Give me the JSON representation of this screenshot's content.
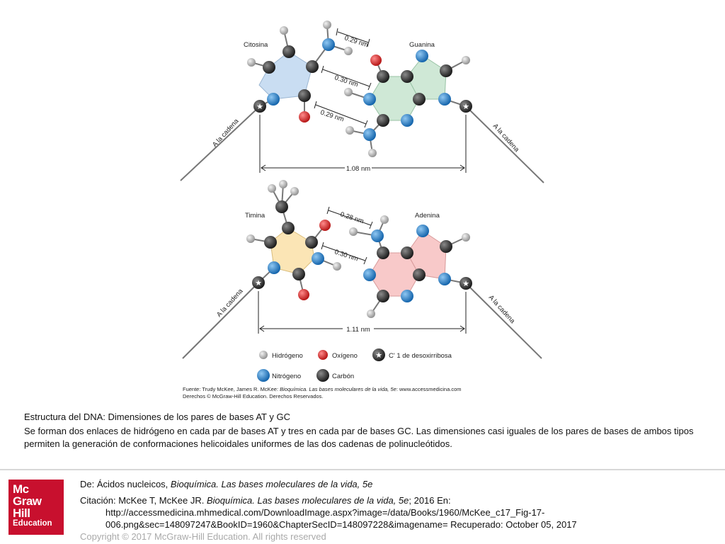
{
  "figure": {
    "gc_pair": {
      "left_base": "Citosina",
      "right_base": "Guanina",
      "distances": [
        "0.29 nm",
        "0.30 nm",
        "0.29 nm"
      ],
      "width": "1.08 nm",
      "chain_left": "A la cadena",
      "chain_right": "A la cadena",
      "ring_colors": {
        "left": "#c9ddf2",
        "right": "#cfe8d6"
      }
    },
    "at_pair": {
      "left_base": "Timina",
      "right_base": "Adenina",
      "distances": [
        "0.28 nm",
        "0.30 nm"
      ],
      "width": "1.11 nm",
      "chain_left": "A la cadena",
      "chain_right": "A la cadena",
      "ring_colors": {
        "left": "#fbe5b5",
        "right": "#f8c9c9"
      }
    },
    "legend": [
      {
        "label": "Hidrógeno",
        "color": "#bdbdbd"
      },
      {
        "label": "Oxígeno",
        "color": "#d21f1f"
      },
      {
        "label": "C' 1 de desoxirribosa",
        "color": "#1e1e1e"
      },
      {
        "label": "Nitrógeno",
        "color": "#1e7fd0"
      },
      {
        "label": "Carbón",
        "color": "#2a2a2a"
      }
    ],
    "source_line1_a": "Fuente: Trudy McKee, James R. McKee: ",
    "source_line1_b": "Bioquímica. Las bases moleculares de la vida, 5e",
    "source_line1_c": ": www.accessmedicina.com",
    "source_line2": "Derechos © McGraw-Hill Education. Derechos Reservados."
  },
  "caption": {
    "title": "Estructura del DNA: Dimensiones de los pares de bases AT y GC",
    "body": " Se forman dos enlaces de hidrógeno en cada par de bases AT y tres en cada par de bases GC. Las dimensiones casi iguales de los pares de bases de ambos tipos permiten la generación de conformaciones helicoidales uniformes de las dos cadenas de polinucleótidos."
  },
  "logo": {
    "line1": "Mc",
    "line2": "Graw",
    "line3": "Hill",
    "line4": "Education",
    "color": "#c8102e"
  },
  "footer": {
    "from_prefix": "De: Ácidos nucleicos, ",
    "from_title": "Bioquímica. Las bases moleculares de la vida, 5e",
    "citation_prefix": "Citación: McKee T, McKee JR. ",
    "citation_title": "Bioquímica. Las bases moleculares de la vida, 5e",
    "citation_suffix": "; 2016 En:",
    "url_line1": "http://accessmedicina.mhmedical.com/DownloadImage.aspx?image=/data/Books/1960/McKee_c17_Fig-17-",
    "url_line2": "006.png&sec=148097247&BookID=1960&ChapterSecID=148097228&imagename= Recuperado: October 05, 2017",
    "copyright": "Copyright © 2017 McGraw-Hill Education. All rights reserved"
  }
}
